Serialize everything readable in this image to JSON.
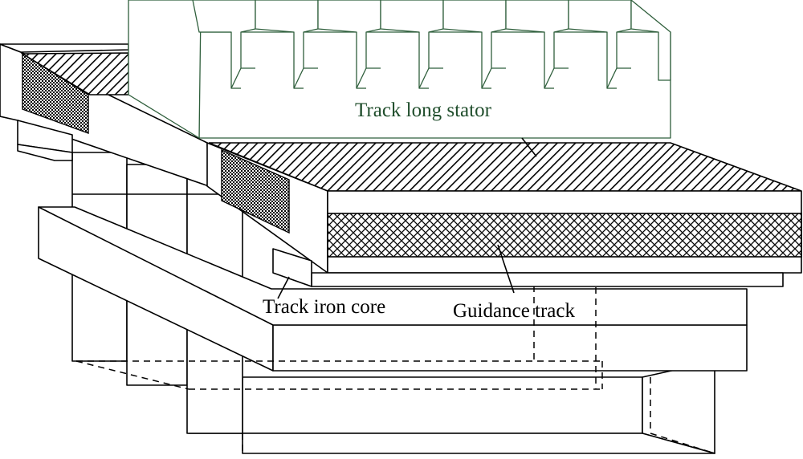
{
  "labels": {
    "stator": "Track long stator",
    "iron_core": "Track iron core",
    "guidance": "Guidance track"
  },
  "colors": {
    "stator_label": "#1f4d2b",
    "stator_outline": "#2f5f3c",
    "lines": "#000000",
    "background": "#ffffff"
  }
}
